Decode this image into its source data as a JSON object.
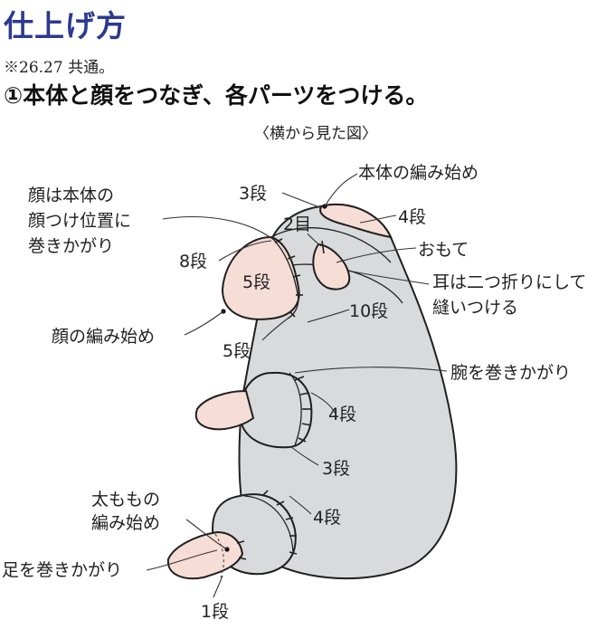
{
  "heading": "仕上げ方",
  "note": "※26.27 共通。",
  "step": "①本体と顔をつなぎ、各パーツをつける。",
  "caption": "〈横から見た図〉",
  "labels": {
    "body_start": "本体の編み始め",
    "row3_top": "3段",
    "row4_top": "4段",
    "row2": "2目",
    "front": "おもて",
    "face_wrap_1": "顔は本体の",
    "face_wrap_2": "顔つけ位置に",
    "face_wrap_3": "巻きかがり",
    "row8": "8段",
    "row5_face": "5段",
    "ear_1": "耳は二つ折りにして",
    "ear_2": "縫いつける",
    "row10": "10段",
    "face_start": "顔の編み始め",
    "row5_low": "5段",
    "arm_wrap": "腕を巻きかがり",
    "row4_arm": "4段",
    "row3_mid": "3段",
    "thigh_1": "太ももの",
    "thigh_2": "編み始め",
    "row4_leg": "4段",
    "foot_wrap": "足を巻きかがり",
    "row1": "1段"
  },
  "colors": {
    "heading": "#2b3990",
    "body": "#d9dadb",
    "pink": "#f6ddd6"
  }
}
